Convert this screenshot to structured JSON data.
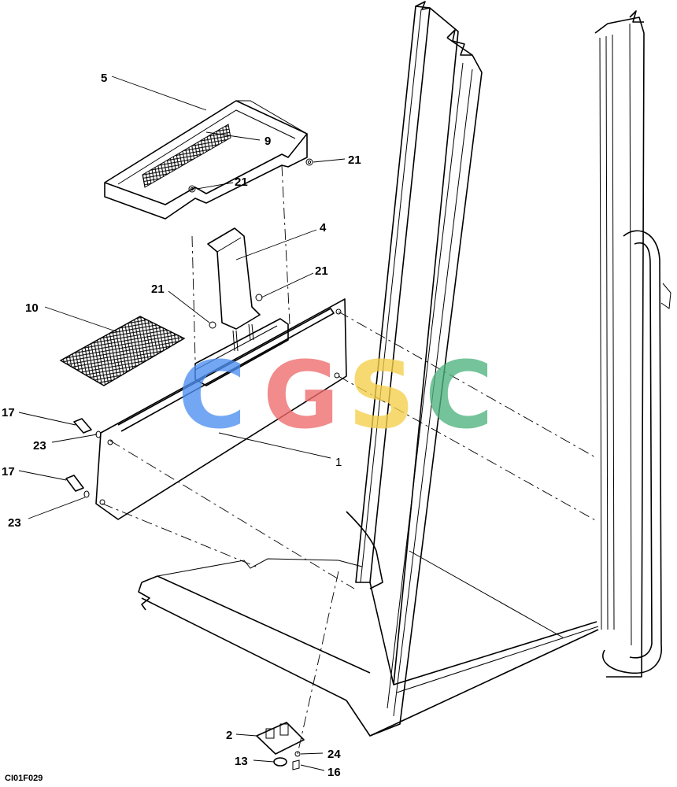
{
  "callouts": [
    {
      "id": "c5",
      "text": "5"
    },
    {
      "id": "c9",
      "text": "9"
    },
    {
      "id": "c21a",
      "text": "21"
    },
    {
      "id": "c21b",
      "text": "21"
    },
    {
      "id": "c4",
      "text": "4"
    },
    {
      "id": "c21c",
      "text": "21"
    },
    {
      "id": "c21d",
      "text": "21"
    },
    {
      "id": "c10",
      "text": "10"
    },
    {
      "id": "c1",
      "text": "1"
    },
    {
      "id": "c17a",
      "text": "17"
    },
    {
      "id": "c23a",
      "text": "23"
    },
    {
      "id": "c17b",
      "text": "17"
    },
    {
      "id": "c23b",
      "text": "23"
    },
    {
      "id": "c2",
      "text": "2"
    },
    {
      "id": "c24",
      "text": "24"
    },
    {
      "id": "c13",
      "text": "13"
    },
    {
      "id": "c16",
      "text": "16"
    }
  ],
  "drawing_code": "CI01F029",
  "watermark": {
    "letters": [
      "C",
      "G",
      "S",
      "C"
    ],
    "colors": [
      "#4d8ff0",
      "#ef6b6b",
      "#f5cf4a",
      "#4fb37e"
    ]
  }
}
